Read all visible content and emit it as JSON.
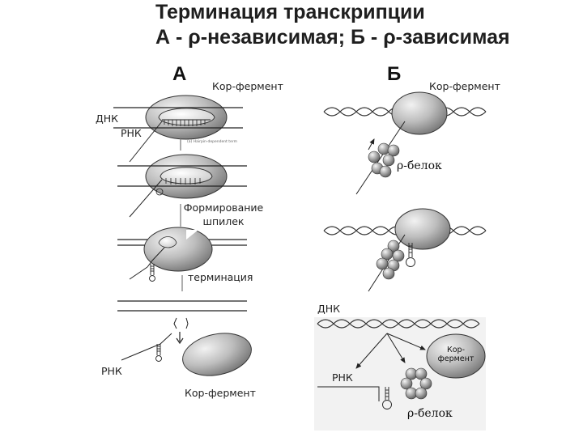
{
  "title": {
    "line1": "Терминация транскрипции",
    "line2": "А - ρ-независимая; Б - ρ-зависимая"
  },
  "panel_a": {
    "letter": "А",
    "core_enzyme_top": "Кор-фермент",
    "dna": "ДНК",
    "rna": "РНК",
    "figure_credit": "(a) Hairpin-dependent term",
    "hairpin_formation_line1": "Формирование",
    "hairpin_formation_line2": "шпилек",
    "termination": "терминация",
    "rna_bottom": "РНК",
    "core_enzyme_bottom": "Кор-фермент"
  },
  "panel_b": {
    "letter": "Б",
    "core_enzyme_top": "Кор-фермент",
    "rho_protein_1": "ρ-белок",
    "dna": "ДНК",
    "rna": "РНК",
    "core_enzyme_small_line1": "Кор-",
    "core_enzyme_small_line2": "фермент",
    "rho_protein_2": "ρ-белок"
  }
}
